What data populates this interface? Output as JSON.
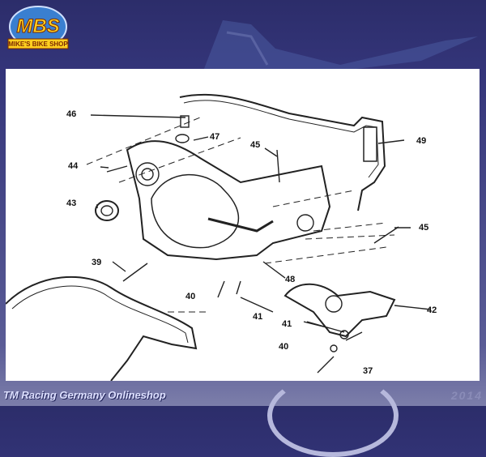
{
  "header": {
    "logo_text": "MBS",
    "logo_subtext": "MIKE'S BIKE SHOP"
  },
  "diagram": {
    "callouts": [
      {
        "id": "46"
      },
      {
        "id": "47"
      },
      {
        "id": "45"
      },
      {
        "id": "49"
      },
      {
        "id": "44"
      },
      {
        "id": "43"
      },
      {
        "id": "45"
      },
      {
        "id": "39"
      },
      {
        "id": "48"
      },
      {
        "id": "40"
      },
      {
        "id": "41"
      },
      {
        "id": "42"
      },
      {
        "id": "41"
      },
      {
        "id": "40"
      },
      {
        "id": "37"
      }
    ]
  },
  "footer": {
    "shop_name": "TM Racing Germany  Onlineshop",
    "year": "2014"
  }
}
